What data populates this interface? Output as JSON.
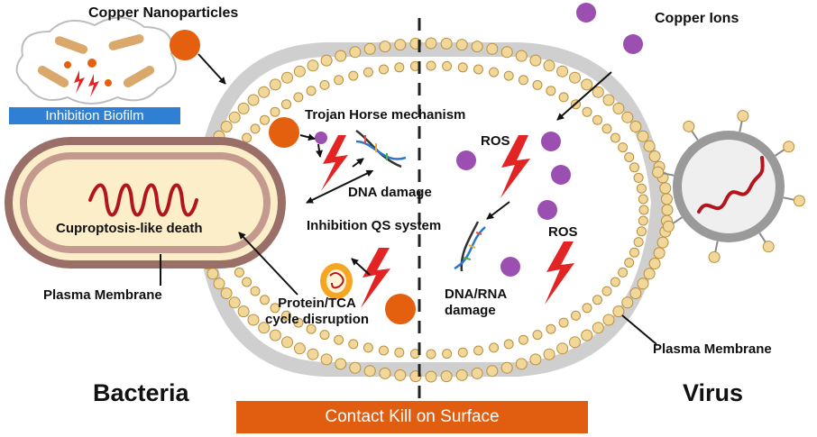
{
  "labels": {
    "copper_nanoparticles": "Copper Nanoparticles",
    "copper_ions": "Copper Ions",
    "inhibition_biofilm": "Inhibition Biofilm",
    "trojan_horse": "Trojan Horse mechanism",
    "dna_damage": "DNA damage",
    "inhibition_qs": "Inhibition QS system",
    "cuproptosis": "Cuproptosis-like death",
    "plasma_membrane_left": "Plasma Membrane",
    "plasma_membrane_right": "Plasma Membrane",
    "protein_tca_line1": "Protein/TCA",
    "protein_tca_line2": "cycle disruption",
    "ros_top": "ROS",
    "ros_right": "ROS",
    "dna_rna_line1": "DNA/RNA",
    "dna_rna_line2": "damage",
    "bacteria": "Bacteria",
    "virus": "Virus",
    "contact_kill": "Contact Kill on Surface"
  },
  "colors": {
    "copper_particle": "#e4600f",
    "copper_ion": "#9b4fb0",
    "lightning": "#e22424",
    "lipid_head": "#f1d79a",
    "lipid_outline": "#b98f3c",
    "bacteria_wall": "#9a6f67",
    "bacteria_fill": "#fbeec9",
    "rna": "#b3151d",
    "virus_shell": "#9a9a9a",
    "biofilm_label_bg": "#2f7fd4",
    "banner_bg": "#e15d10"
  },
  "icons": {
    "copper_particle": "orange-circle",
    "copper_ion": "purple-circle",
    "ros": "lightning-bolt",
    "dna": "double-helix",
    "virus": "spiked-virion",
    "biofilm": "cloud-with-bacteria"
  }
}
